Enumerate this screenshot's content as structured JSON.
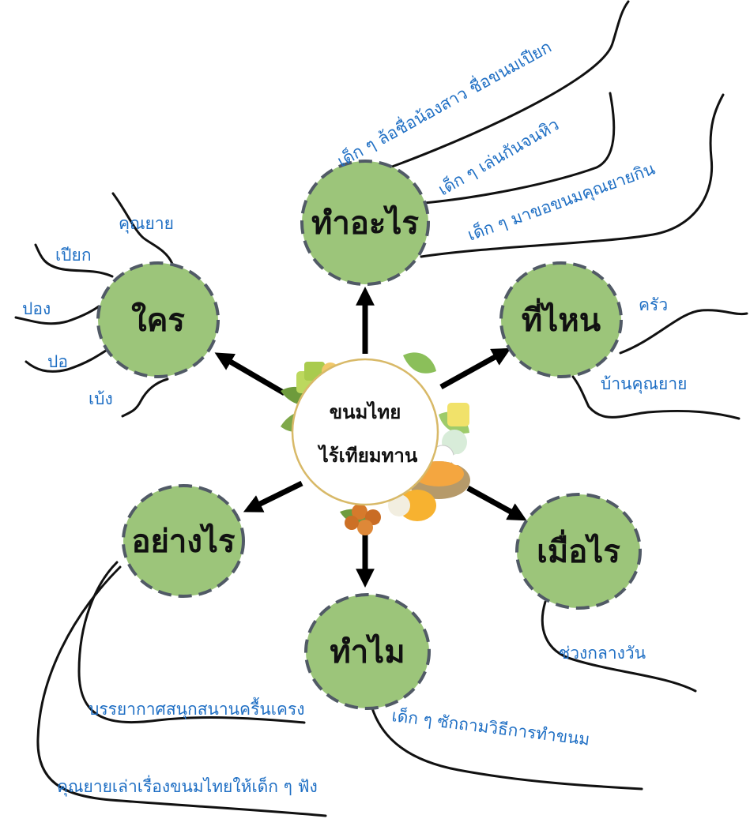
{
  "center": {
    "line1": "ขนมไทย",
    "line2": "ไร้เทียมทาน",
    "decoration": "thai-desserts-wreath"
  },
  "colors": {
    "node_fill": "#9cc57a",
    "node_border": "#515a66",
    "label_text": "#1f6fc4",
    "arrow": "#000000"
  },
  "nodes": {
    "what": {
      "label": "ทำอะไร",
      "branches": [
        "เด็ก ๆ ล้อชื่อน้องสาว ชื่อขนมเปียก",
        "เด็ก ๆ เล่นกันจนหิว",
        "เด็ก ๆ มาขอขนมคุณยายกิน"
      ]
    },
    "who": {
      "label": "ใคร",
      "branches": [
        "คุณยาย",
        "เปียก",
        "ปอง",
        "ปอ",
        "เบ้ง"
      ]
    },
    "where": {
      "label": "ที่ไหน",
      "branches": [
        "ครัว",
        "บ้านคุณยาย"
      ]
    },
    "how": {
      "label": "อย่างไร",
      "branches": [
        "บรรยากาศสนุกสนานครื้นเครง",
        "คุณยายเล่าเรื่องขนมไทยให้เด็ก ๆ ฟัง"
      ]
    },
    "when": {
      "label": "เมื่อไร",
      "branches": [
        "ช่วงกลางวัน"
      ]
    },
    "why": {
      "label": "ทำไม",
      "branches": [
        "เด็ก ๆ ซักถามวิธีการทำขนม"
      ]
    }
  }
}
